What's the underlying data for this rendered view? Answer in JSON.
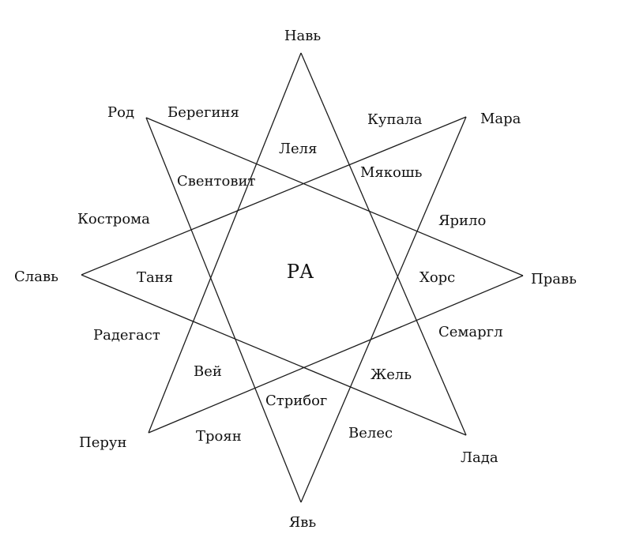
{
  "colors": {
    "line": "#1c1c1c",
    "text": "#111111",
    "background": "#ffffff"
  },
  "vertices": {
    "nav": "Навь",
    "mara": "Мара",
    "prav": "Правь",
    "lada": "Лада",
    "yav": "Явь",
    "perun": "Перун",
    "slav": "Славь",
    "rod": "Род"
  },
  "outer": {
    "bereginya": "Берегиня",
    "kupala": "Купала",
    "yarilo": "Ярило",
    "semargl": "Семаргл",
    "veles": "Велес",
    "troyan": "Троян",
    "radegast": "Радегаст",
    "kostroma": "Кострома"
  },
  "inner": {
    "lelya": "Леля",
    "svyatovit": "Свентовит",
    "makosh": "Мякошь",
    "khors": "Хорс",
    "zhel": "Жель",
    "stribog": "Стрибог",
    "vei": "Вей",
    "tanya": "Таня"
  },
  "center": "РА"
}
